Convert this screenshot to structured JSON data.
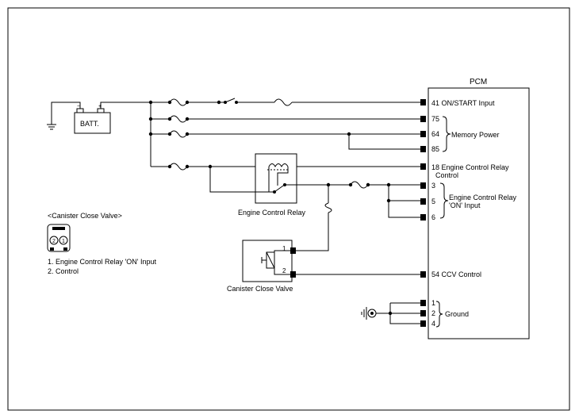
{
  "pcm": {
    "title": "PCM",
    "pins": {
      "p41": "41 ON/START Input",
      "p75": "75",
      "p64": "64",
      "p85": "85",
      "p18_line1": "18 Engine Control Relay",
      "p18_line2": "Control",
      "p3": "3",
      "p5": "5",
      "p6": "6",
      "p54": "54 CCV Control",
      "p1": "1",
      "p2": "2",
      "p4": "4"
    },
    "groups": {
      "memory_power": "Memory Power",
      "ecr_on_line1": "Engine Control Relay",
      "ecr_on_line2": "'ON' Input",
      "ground": "Ground"
    }
  },
  "battery": {
    "label": "BATT.",
    "neg": "−",
    "pos": "+"
  },
  "relay": {
    "label": "Engine Control Relay"
  },
  "ccv": {
    "label": "Canister Close Valve",
    "pin1": "1",
    "pin2": "2"
  },
  "connector_legend": {
    "title": "<Canister Close Valve>",
    "pin_a": "2",
    "pin_b": "1",
    "items": [
      "1. Engine Control Relay 'ON' Input",
      "2. Control"
    ]
  },
  "colors": {
    "line": "#000000",
    "background": "#ffffff"
  }
}
